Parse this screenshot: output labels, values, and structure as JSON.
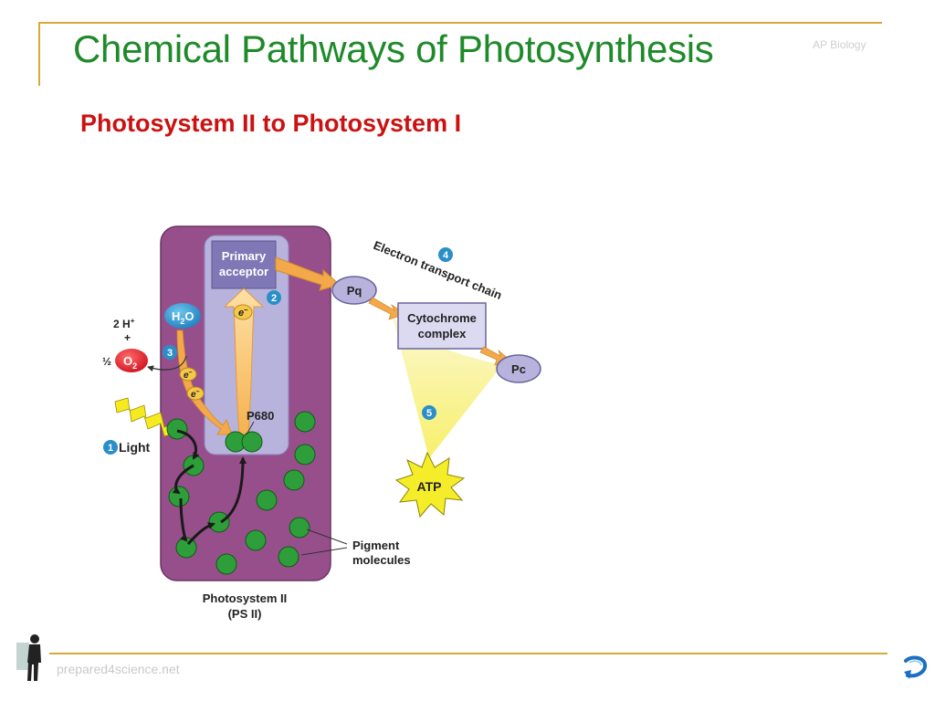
{
  "slide": {
    "title": "Chemical Pathways of Photosynthesis",
    "course": "AP Biology",
    "subtitle": "Photosystem II to Photosystem I",
    "footer": "prepared4science.net"
  },
  "diagram": {
    "primary_acceptor": [
      "Primary",
      "acceptor"
    ],
    "h2o": {
      "h": "H",
      "sub": "2",
      "o": "O"
    },
    "products": {
      "protons": "2 H",
      "plus": "+",
      "half": "½",
      "o2": "O",
      "o2_sub": "2"
    },
    "electron": "e",
    "electron_sup": "–",
    "p680": "P680",
    "light": "Light",
    "etc_label": "Electron transport chain",
    "pq": "Pq",
    "cytochrome": [
      "Cytochrome",
      "complex"
    ],
    "pc": "Pc",
    "atp": "ATP",
    "pigment": [
      "Pigment",
      "molecules"
    ],
    "photosystem": [
      "Photosystem II",
      "(PS II)"
    ],
    "steps": [
      "1",
      "2",
      "3",
      "4",
      "5"
    ]
  },
  "colors": {
    "title": "#1f8a2a",
    "subtitle": "#cc1111",
    "photosystem_fill": "#974f8c",
    "inner_fill": "#b7b3dc",
    "pigment_green": "#2e9e3a",
    "arrow_orange": "#f3a94a",
    "step_blue": "#2a8fc8",
    "o2_red": "#e0222e",
    "etc_node": "#b7b3dc",
    "atp_yellow": "#f5ed2a",
    "rule_gold": "#d8a93a"
  }
}
